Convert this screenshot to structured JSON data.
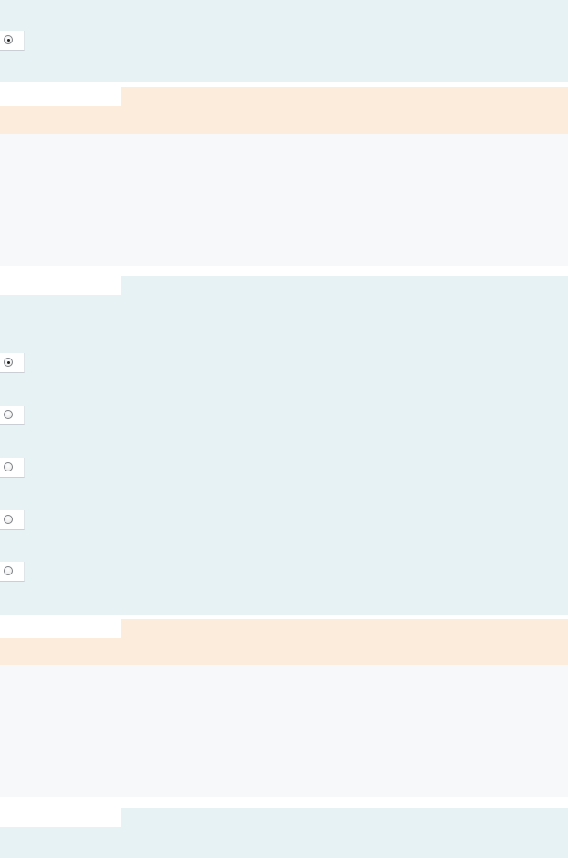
{
  "theme": {
    "band_blue": "#e6f2f4",
    "band_peach": "#fcecdb",
    "band_gray": "#f6f8fa",
    "tab_fill": "#ffffff"
  },
  "sections": [
    {
      "kind": "question",
      "radios": [
        {
          "checked": true
        }
      ]
    },
    {
      "kind": "header"
    },
    {
      "kind": "answer-area"
    },
    {
      "kind": "question",
      "radios": [
        {
          "checked": true
        },
        {
          "checked": false
        },
        {
          "checked": false
        },
        {
          "checked": false
        },
        {
          "checked": false
        }
      ]
    },
    {
      "kind": "header"
    },
    {
      "kind": "answer-area"
    },
    {
      "kind": "question",
      "radios": []
    }
  ]
}
